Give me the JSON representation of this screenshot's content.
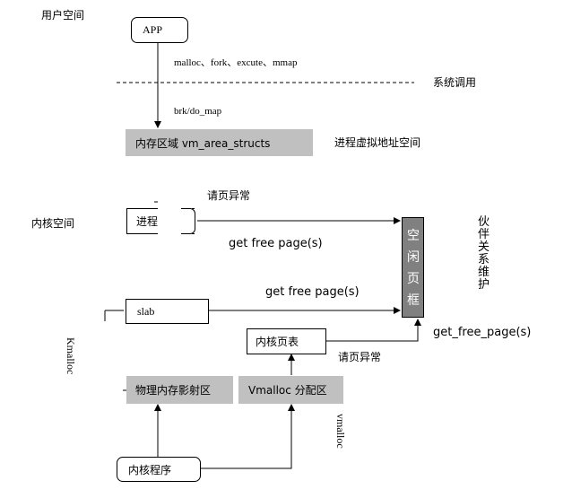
{
  "labels": {
    "user_space": "用户空间",
    "kernel_space": "内核空间",
    "syscall": "系统调用",
    "process_vspace": "进程虚拟地址空间",
    "malloc_calls": "malloc、fork、excute、mmap",
    "brk_do_map": "brk/do_map",
    "page_fault_top": "请页异常",
    "page_fault_bottom": "请页异常",
    "get_free_page_1": "get  free  page(s)",
    "get_free_page_2": "get  free  page(s)",
    "get_free_page_3": "get_free_page(s)",
    "buddy_maintain": "伙伴关系维护",
    "kmalloc": "Kmalloc",
    "vmalloc": "vmalloc"
  },
  "boxes": {
    "app": "APP",
    "vm_area": "内存区域  vm_area_structs",
    "process": "进程",
    "free_frames": "空闲页框",
    "slab": "slab",
    "kernel_page_table": "内核页表",
    "phys_map": "物理内存影射区",
    "vmalloc_area": "Vmalloc 分配区",
    "kernel_program": "内核程序"
  },
  "colors": {
    "gray_fill": "#c0c0c0",
    "dark_gray_fill": "#808080"
  }
}
